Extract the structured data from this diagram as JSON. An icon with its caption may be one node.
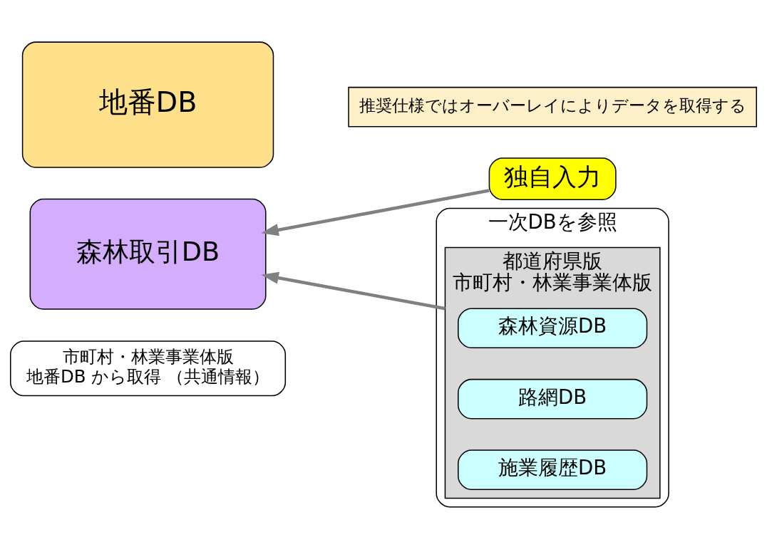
{
  "diagram": {
    "nodes": [
      {
        "text": [
          "地番DB"
        ]
      },
      {
        "text": [
          "森林取引DB"
        ]
      },
      {
        "text": [
          "市町村・林業事業体版",
          "地番DB から取得 （共通情報）"
        ]
      },
      {
        "text": [
          "独自入力"
        ]
      },
      {
        "text": [
          "一次DBを参照"
        ]
      },
      {
        "text": [
          "都道府県版",
          "市町村・林業事業体版"
        ],
        "in": 4
      },
      {
        "text": [
          "森林資源DB"
        ],
        "in": 5
      },
      {
        "text": [
          "路網DB"
        ],
        "in": 5
      },
      {
        "text": [
          "施業履歴DB"
        ],
        "in": 5
      },
      {
        "text": [
          "推奨仕様ではオーバーレイによりデータを取得する"
        ]
      }
    ],
    "edges": [
      {
        "from": 3,
        "to": 1,
        "arrow": "to"
      },
      {
        "from": 5,
        "to": 1,
        "arrow": "to"
      }
    ]
  }
}
